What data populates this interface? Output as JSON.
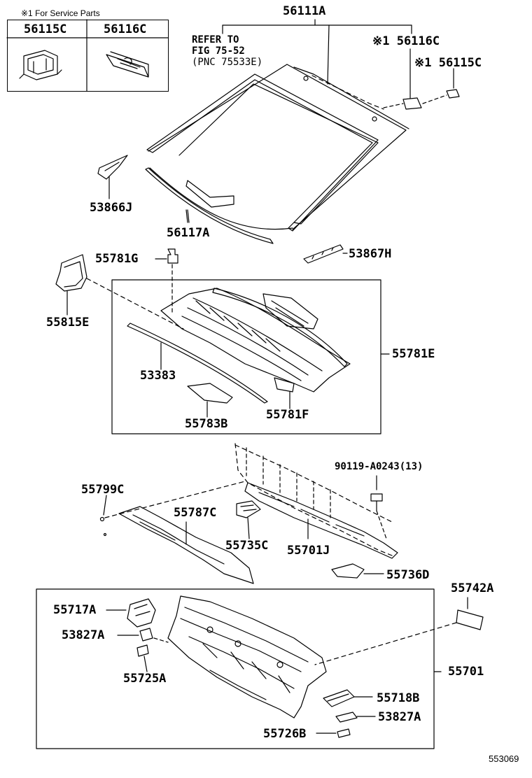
{
  "service_box": {
    "heading": "※1 For Service Parts",
    "col1": "56115C",
    "col2": "56116C"
  },
  "callouts": {
    "p56111A": "56111A",
    "ref_line1": "REFER TO",
    "ref_line2": "FIG 75-52",
    "ref_line3": "(PNC 75533E)",
    "p56116C": "※1 56116C",
    "p56115C": "※1 56115C",
    "p53866J": "53866J",
    "p56117A": "56117A",
    "p55781G": "55781G",
    "p53867H": "53867H",
    "p55815E": "55815E",
    "p55781E": "55781E",
    "p53383": "53383",
    "p55781F": "55781F",
    "p55783B": "55783B",
    "p90119": "90119-A0243(13)",
    "p55799C": "55799C",
    "p55787C": "55787C",
    "p55735C": "55735C",
    "p55701J": "55701J",
    "p55736D": "55736D",
    "p55742A": "55742A",
    "p55717A": "55717A",
    "p53827A_1": "53827A",
    "p55725A": "55725A",
    "p55701": "55701",
    "p55718B": "55718B",
    "p53827A_2": "53827A",
    "p55726B": "55726B"
  },
  "figure_number": "553069"
}
